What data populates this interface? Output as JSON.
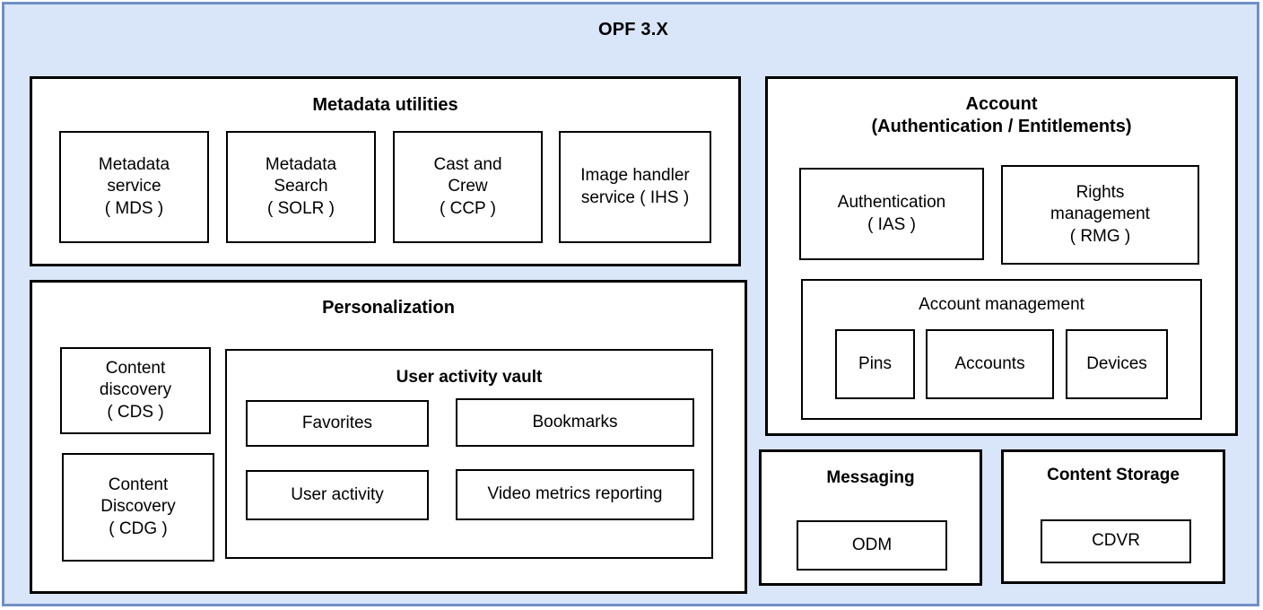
{
  "diagram": {
    "title": "OPF 3.X",
    "colors": {
      "outer_fill": "#d9e5f8",
      "outer_border": "#708fc4",
      "panel_fill": "#ffffff",
      "panel_border": "#000000",
      "text": "#000000"
    }
  },
  "metadata_utilities": {
    "title": "Metadata utilities",
    "boxes": [
      {
        "label": "Metadata\nservice\n( MDS )",
        "line1": "Metadata",
        "line2": "service",
        "line3": "( MDS )"
      },
      {
        "label": "Metadata\nSearch\n( SOLR )",
        "line1": "Metadata",
        "line2": "Search",
        "line3": "( SOLR )"
      },
      {
        "label": "Cast and\nCrew\n( CCP )",
        "line1": "Cast and",
        "line2": "Crew",
        "line3": "( CCP )"
      },
      {
        "label": "Image handler\nservice ( IHS )",
        "line1": "Image handler",
        "line2": "service ( IHS )",
        "line3": ""
      }
    ]
  },
  "personalization": {
    "title": "Personalization",
    "content_discovery_cds": {
      "line1": "Content",
      "line2": "discovery",
      "line3": "( CDS )"
    },
    "content_discovery_cdg": {
      "line1": "Content",
      "line2": "Discovery",
      "line3": "( CDG )"
    },
    "user_activity_vault": {
      "title": "User activity vault",
      "boxes": [
        {
          "label": "Favorites"
        },
        {
          "label": "Bookmarks"
        },
        {
          "label": "User activity"
        },
        {
          "label": "Video metrics reporting"
        }
      ]
    }
  },
  "account": {
    "title_line1": "Account",
    "title_line2": "(Authentication / Entitlements)",
    "authentication": {
      "line1": "Authentication",
      "line2": "( IAS )"
    },
    "rights_management": {
      "line1": "Rights",
      "line2": "management",
      "line3": "( RMG )"
    },
    "account_management": {
      "title": "Account management",
      "boxes": [
        {
          "label": "Pins"
        },
        {
          "label": "Accounts"
        },
        {
          "label": "Devices"
        }
      ]
    }
  },
  "messaging": {
    "title": "Messaging",
    "boxes": [
      {
        "label": "ODM"
      }
    ]
  },
  "content_storage": {
    "title": "Content Storage",
    "boxes": [
      {
        "label": "CDVR"
      }
    ]
  }
}
